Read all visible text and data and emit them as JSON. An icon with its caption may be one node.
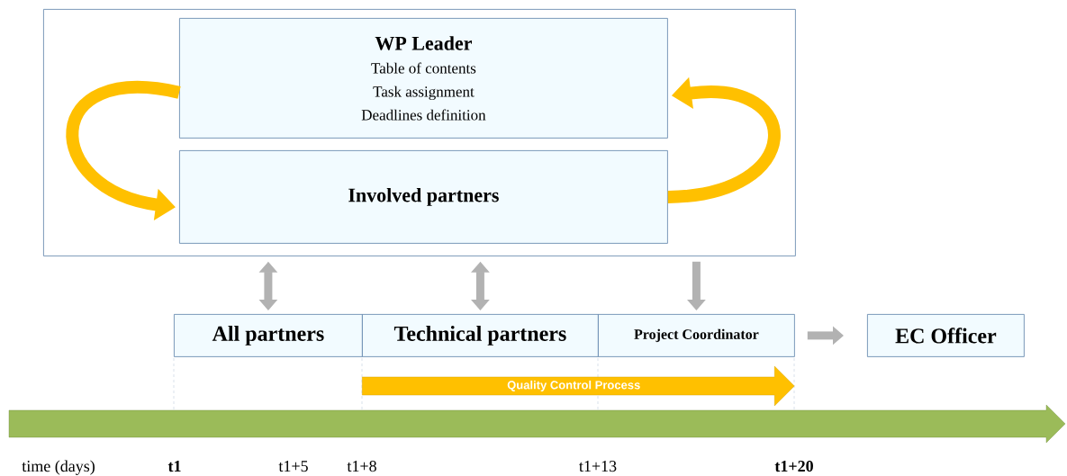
{
  "diagram": {
    "nodes": [
      {
        "text": [],
        "shape": "box"
      },
      {
        "text": [
          "WP Leader",
          "Table of contents",
          "Task assignment",
          "Deadlines definition"
        ],
        "in": 0
      },
      {
        "text": [
          "Involved partners"
        ],
        "in": 0
      },
      {
        "text": [
          "All partners"
        ]
      },
      {
        "text": [
          "Technical partners"
        ]
      },
      {
        "text": [
          "Project Coordinator"
        ]
      },
      {
        "text": [
          "EC Officer"
        ]
      },
      {
        "text": [
          "Quality Control Process"
        ]
      }
    ],
    "edges": [
      {
        "from": 1,
        "to": 2,
        "arrow": "to",
        "color": "#ffc000"
      },
      {
        "from": 2,
        "to": 1,
        "arrow": "to",
        "color": "#ffc000"
      },
      {
        "from": 0,
        "to": 3,
        "arrow": "both"
      },
      {
        "from": 0,
        "to": 4,
        "arrow": "both"
      },
      {
        "from": 0,
        "to": 5,
        "arrow": "to"
      },
      {
        "from": 5,
        "to": 6,
        "arrow": "to"
      }
    ],
    "labels": [
      "time (days)",
      "t1",
      "t1+5",
      "t1+8",
      "t1+13",
      "t1+20"
    ]
  }
}
